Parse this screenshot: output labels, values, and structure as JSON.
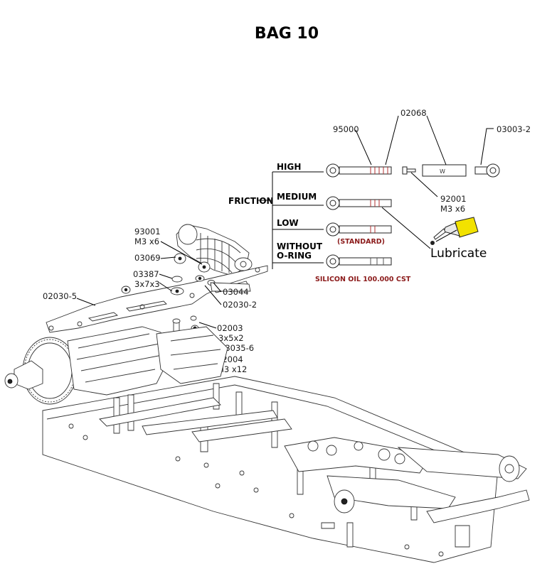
{
  "title": "BAG 10",
  "friction_table": {
    "heading": "FRICTION",
    "rows": [
      {
        "label": "HIGH"
      },
      {
        "label": "MEDIUM"
      },
      {
        "label": "LOW",
        "note": "(STANDARD)"
      },
      {
        "label_line1": "WITHOUT",
        "label_line2": "O-RING",
        "note": "SILICON OIL 100.000 CST"
      }
    ]
  },
  "lubricate_label": "Lubricate",
  "part_callouts": [
    {
      "code": "95000"
    },
    {
      "code": "02068"
    },
    {
      "code": "03003-2"
    },
    {
      "code": "92001",
      "size": "M3 x6"
    },
    {
      "code": "93001",
      "size": "M3 x6"
    },
    {
      "code": "03069"
    },
    {
      "code": "03387",
      "size": "3x7x3"
    },
    {
      "code": "02030-5"
    },
    {
      "code": "03044"
    },
    {
      "code": "02030-2"
    },
    {
      "code": "02003",
      "size": "3x5x2"
    },
    {
      "code": "03035-6"
    },
    {
      "code": "92004",
      "size": "M3 x12"
    }
  ],
  "colors": {
    "ink": "#000000",
    "note_red": "#8b1a1a",
    "oring_red": "#b03030",
    "oil_bottle": "#f2e200"
  }
}
